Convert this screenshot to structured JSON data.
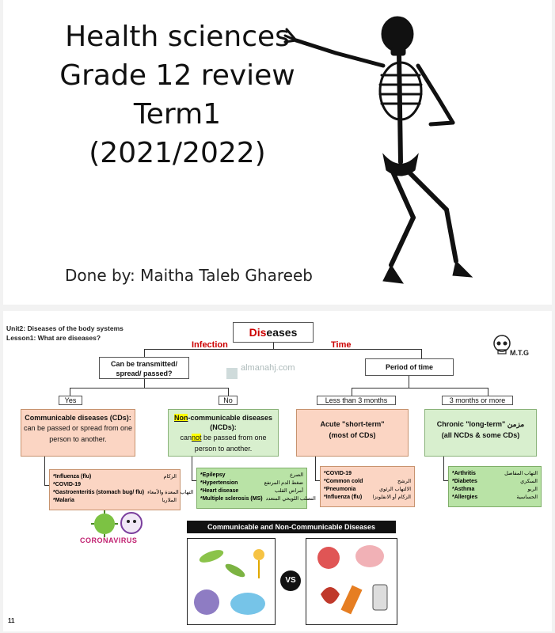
{
  "cover": {
    "title_lines": [
      "Health sciences",
      "Grade 12 review",
      "Term1",
      "(2021/2022)"
    ],
    "author": "Done by: Maitha Taleb Ghareeb"
  },
  "slide": {
    "unit": "Unit2: Diseases of the body systems",
    "lesson": "Lesson1: What are diseases?",
    "root": "Diseases",
    "root_prefix": "Dis",
    "root_suffix": "eases",
    "branch_left": "Infection",
    "branch_right": "Time",
    "signature": "M.T.G",
    "watermark_site": "almanahj.com",
    "q_transmit": "Can be transmitted/ spread/ passed?",
    "q_time": "Period of time",
    "yes": "Yes",
    "no": "No",
    "less3": "Less than 3 months",
    "more3": "3 months or more",
    "cd_title": "Communicable diseases (CDs):",
    "cd_desc": "can be passed or spread from one person to another.",
    "ncd_title_pre": "Non",
    "ncd_title_post": "-communicable diseases (NCDs):",
    "ncd_desc_pre": "can",
    "ncd_desc_mid": "not",
    "ncd_desc_post": " be passed from one person to another.",
    "acute_title": "Acute \"short-term\"",
    "acute_sub": "(most of CDs)",
    "chronic_title": "Chronic \"long-term\" مزمن",
    "chronic_sub": "(all NCDs & some CDs)",
    "cd_list": [
      {
        "en": "*Influenza (flu)",
        "ar": "الزكام"
      },
      {
        "en": "*COVID-19",
        "ar": ""
      },
      {
        "en": "*Gastroenteritis (stomach bug/ flu)",
        "ar": "التهاب المعدة والأمعاء"
      },
      {
        "en": "*Malaria",
        "ar": "الملاريا"
      }
    ],
    "ncd_list": [
      {
        "en": "*Epilepsy",
        "ar": "الصرع"
      },
      {
        "en": "*Hypertension",
        "ar": "ضغط الدم المرتفع"
      },
      {
        "en": "*Heart disease",
        "ar": "أمراض القلب"
      },
      {
        "en": "*Multiple sclerosis (MS)",
        "ar": "التصلب اللويحي المتعدد"
      }
    ],
    "acute_list": [
      {
        "en": "*COVID-19",
        "ar": ""
      },
      {
        "en": "*Common cold",
        "ar": "الرشح"
      },
      {
        "en": "*Pneumonia",
        "ar": "الالتهاب الرئوي"
      },
      {
        "en": "*Influenza (flu)",
        "ar": "الزكام أو الانفلونزا"
      }
    ],
    "chronic_list": [
      {
        "en": "*Arthritis",
        "ar": "التهاب المفاصل"
      },
      {
        "en": "*Diabetes",
        "ar": "السكري"
      },
      {
        "en": "*Asthma",
        "ar": "الربو"
      },
      {
        "en": "*Allergies",
        "ar": "الحساسية"
      }
    ],
    "corona_label": "CORONAVIRUS",
    "banner": "Communicable and Non-Communicable Diseases",
    "vs": "VS",
    "page_number": "11"
  },
  "colors": {
    "orange_box": "#fbd5c3",
    "green_box": "#d8efce",
    "green_list": "#b9e3a6",
    "red_heading": "#cc0000",
    "highlight": "#ffff00"
  }
}
